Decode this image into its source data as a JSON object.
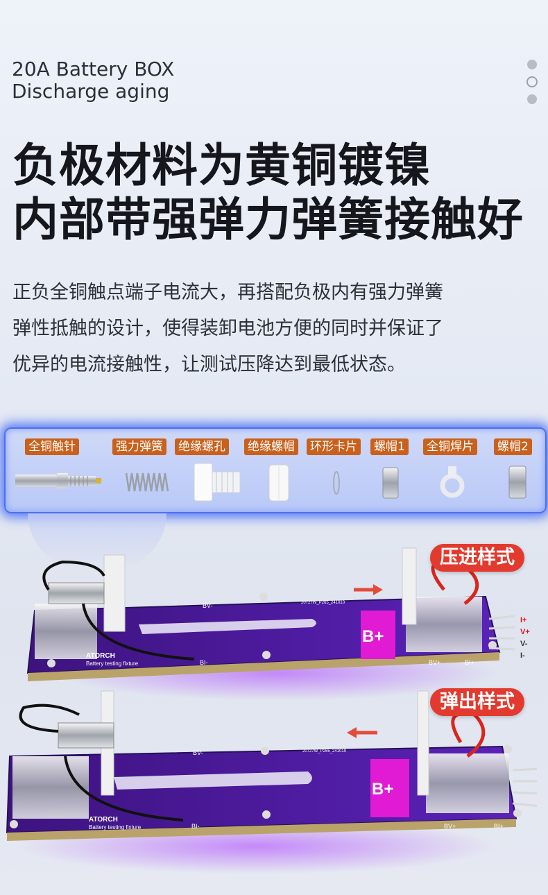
{
  "header": {
    "line1": "20A Battery BOX",
    "line2": "Discharge aging"
  },
  "title": {
    "line1": "负极材料为黄铜镀镍",
    "line2": "内部带强弹力弹簧接触好"
  },
  "description": [
    "正负全铜触点端子电流大，再搭配负极内有强力弹簧",
    "弹性抵触的设计，使得装卸电池方便的同时并保证了",
    "优异的电流接触性，让测试压降达到最低状态。"
  ],
  "parts": [
    "全铜触针",
    "强力弹簧",
    "绝缘螺孔",
    "绝缘螺帽",
    "环形卡片",
    "螺帽1",
    "全铜焊片",
    "螺帽2"
  ],
  "modes": {
    "press": "压进样式",
    "eject": "弹出样式"
  },
  "board": {
    "bplus": "B+",
    "brand": "ATORCH",
    "subtitle": "Battery testing fixture",
    "bv_minus": "BV-",
    "bi_minus": "BI-",
    "bv_plus": "BV+",
    "bi_plus": "BI+",
    "pins": [
      "I+",
      "V+",
      "V-",
      "I-"
    ],
    "model": "20727W_P265_241010"
  },
  "colors": {
    "accent": "#c9611c",
    "badge": "#e23a2e",
    "board": "#4b1a9e",
    "bplus": "#e01bd3",
    "panel_border": "#4d6ff2"
  }
}
